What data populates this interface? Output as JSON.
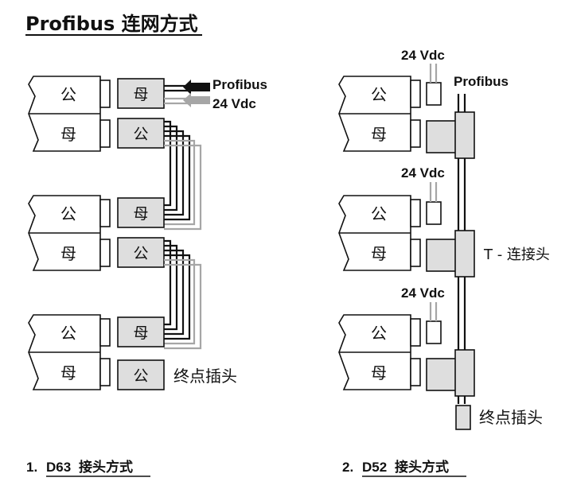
{
  "title": "Profibus 连网方式",
  "labels": {
    "male": "公",
    "female": "母",
    "profibus": "Profibus",
    "vdc": "24 Vdc",
    "terminator": "终点插头",
    "t_connector": "T - 连接头"
  },
  "captions": {
    "d63_num": "1.",
    "d63_code": "D63",
    "d63_text": "接头方式",
    "d52_num": "2.",
    "d52_code": "D52",
    "d52_text": "接头方式"
  },
  "colors": {
    "box_fill": "#dedede",
    "line_black": "#111111",
    "line_gray": "#a6a6a6"
  }
}
